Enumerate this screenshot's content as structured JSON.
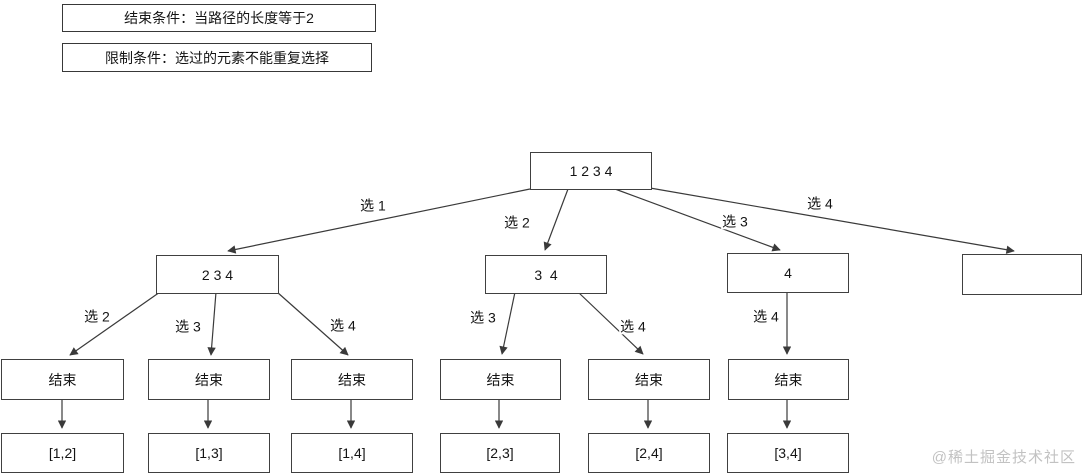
{
  "conditions": {
    "end": "结束条件：当路径的长度等于2",
    "limit": "限制条件：选过的元素不能重复选择"
  },
  "tree": {
    "root_label": "1 2 3 4",
    "edges_l1": [
      "选 1",
      "选 2",
      "选 3",
      "选 4"
    ],
    "nodes_l1": [
      "2 3 4",
      "3  4",
      "4",
      ""
    ],
    "edges_l2": [
      "选 2",
      "选 3",
      "选 4",
      "选 3",
      "选 4",
      "选 4"
    ],
    "nodes_l2": [
      "结束",
      "结束",
      "结束",
      "结束",
      "结束",
      "结束"
    ],
    "results": [
      "[1,2]",
      "[1,3]",
      "[1,4]",
      "[2,3]",
      "[2,4]",
      "[3,4]"
    ]
  },
  "watermark": "@稀土掘金技术社区",
  "colors": {
    "line": "#3a3a3a",
    "box_border": "#404040",
    "text": "#141414",
    "watermark": "#c2c2c2",
    "background": "#ffffff"
  }
}
